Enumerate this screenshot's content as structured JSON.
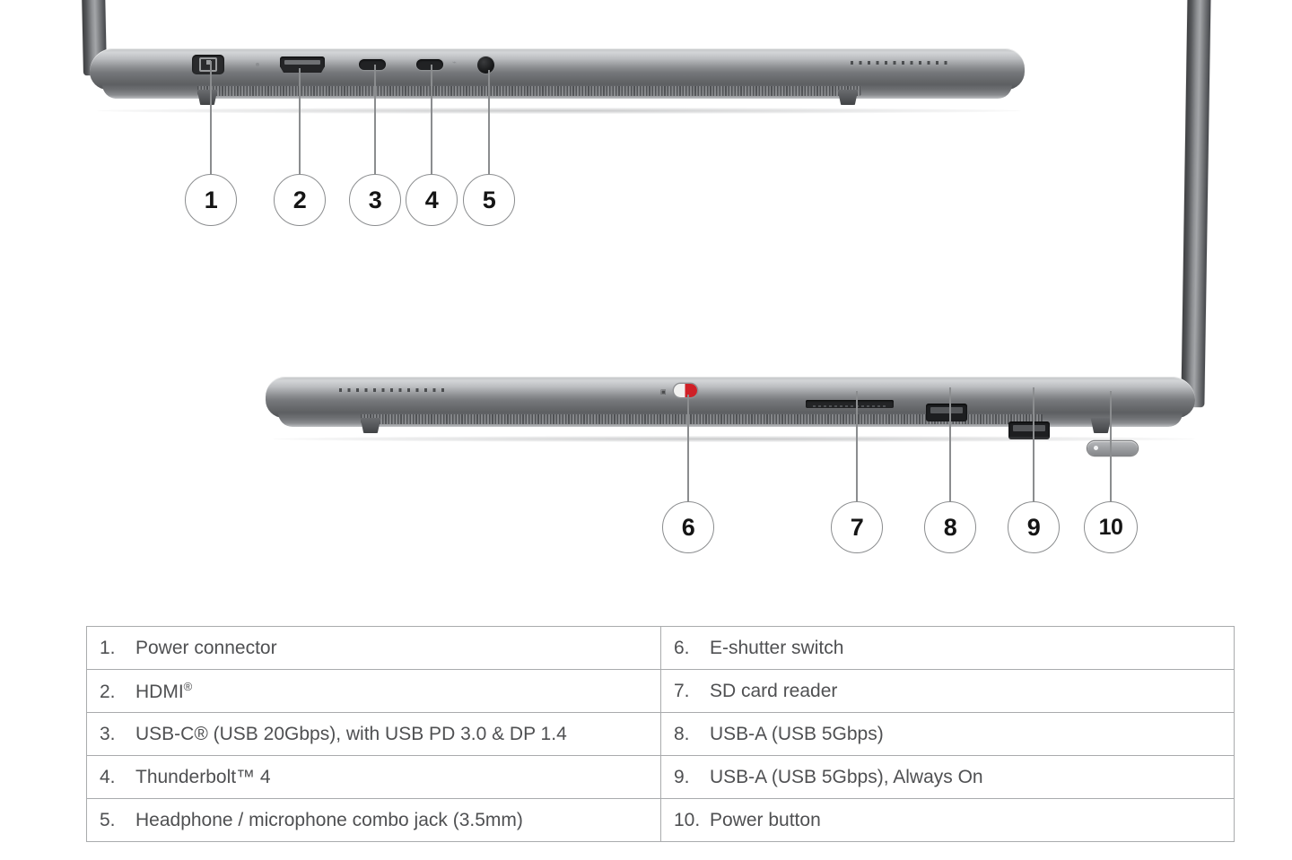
{
  "diagram": {
    "title": "Laptop side ports diagram",
    "device_color": "#8e9093",
    "accent_red": "#cf2027",
    "line_color": "#8b8d8f",
    "border_color": "#a9abad",
    "text_color": "#4f5052"
  },
  "views": [
    {
      "name": "left-side-view",
      "callouts": [
        "1",
        "2",
        "3",
        "4",
        "5"
      ],
      "ports": [
        {
          "num": "1",
          "icon": "power-connector-icon"
        },
        {
          "num": "2",
          "icon": "hdmi-port-icon"
        },
        {
          "num": "3",
          "icon": "usb-c-port-icon"
        },
        {
          "num": "4",
          "icon": "thunderbolt-port-icon"
        },
        {
          "num": "5",
          "icon": "headphone-jack-icon"
        }
      ]
    },
    {
      "name": "right-side-view",
      "callouts": [
        "6",
        "7",
        "8",
        "9",
        "10"
      ],
      "ports": [
        {
          "num": "6",
          "icon": "e-shutter-switch-icon"
        },
        {
          "num": "7",
          "icon": "sd-card-slot-icon"
        },
        {
          "num": "8",
          "icon": "usb-a-port-icon"
        },
        {
          "num": "9",
          "icon": "usb-a-always-on-port-icon"
        },
        {
          "num": "10",
          "icon": "power-button-icon"
        }
      ]
    }
  ],
  "legend": {
    "left": [
      {
        "num": "1.",
        "label": "Power connector",
        "sup": ""
      },
      {
        "num": "2.",
        "label": "HDMI",
        "sup": "®"
      },
      {
        "num": "3.",
        "label": "USB-C® (USB 20Gbps), with USB PD 3.0 & DP 1.4",
        "sup": ""
      },
      {
        "num": "4.",
        "label": "Thunderbolt™ 4",
        "sup": ""
      },
      {
        "num": "5.",
        "label": "Headphone / microphone combo jack (3.5mm)",
        "sup": ""
      }
    ],
    "right": [
      {
        "num": "6.",
        "label": "E-shutter switch"
      },
      {
        "num": "7.",
        "label": "SD card reader"
      },
      {
        "num": "8.",
        "label": "USB-A (USB 5Gbps)"
      },
      {
        "num": "9.",
        "label": "USB-A (USB 5Gbps), Always On"
      },
      {
        "num": "10.",
        "label": "Power button"
      }
    ]
  }
}
